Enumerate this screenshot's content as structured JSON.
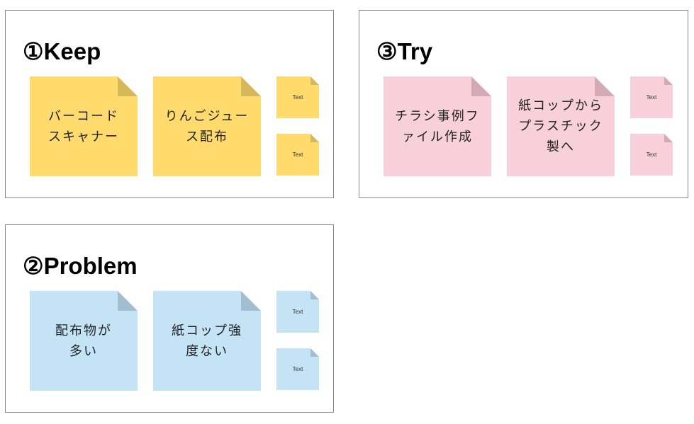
{
  "sections": {
    "keep": {
      "title": "①Keep",
      "notes": [
        "バーコード\nスキャナー",
        "りんごジュース配布"
      ],
      "small_notes": [
        "Text",
        "Text"
      ],
      "color": "#FFDB6E"
    },
    "try": {
      "title": "③Try",
      "notes": [
        "チラシ事例ファイル作成",
        "紙コップからプラスチック製へ"
      ],
      "small_notes": [
        "Text",
        "Text"
      ],
      "color": "#F8D0DC"
    },
    "problem": {
      "title": "②Problem",
      "notes": [
        "配布物が多い",
        "紙コップ強度ない"
      ],
      "small_notes": [
        "Text",
        "Text"
      ],
      "color": "#C4E3F5"
    }
  }
}
